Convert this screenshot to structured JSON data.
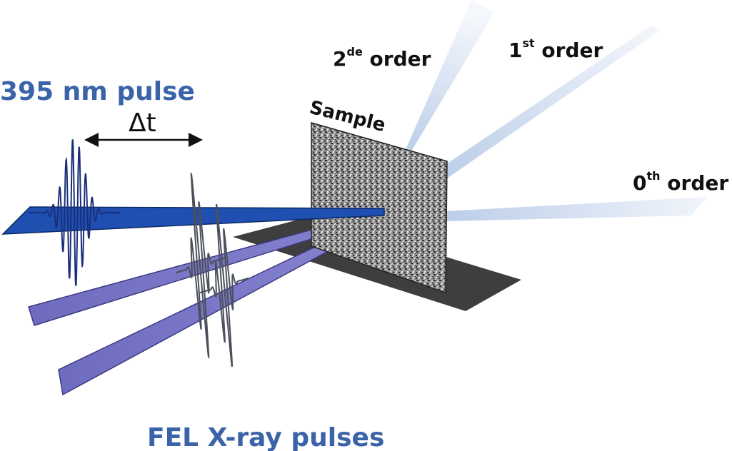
{
  "labels": {
    "pump_pulse": "395 nm pulse",
    "delay": "Δt",
    "probe_pulses": "FEL X-ray pulses",
    "sample": "Sample",
    "order2_num": "2",
    "order2_sup": "de",
    "order2_word": " order",
    "order1_num": "1",
    "order1_sup": "st",
    "order1_word": " order",
    "order0_num": "0",
    "order0_sup": "th",
    "order0_word": " order"
  },
  "colors": {
    "pump_beam": "#1f4fb0",
    "probe_beam": "#7a78c4",
    "label_blue": "#3a63a8",
    "diffraction": "#b8cbe8",
    "shadow": "#3e3e3e"
  }
}
